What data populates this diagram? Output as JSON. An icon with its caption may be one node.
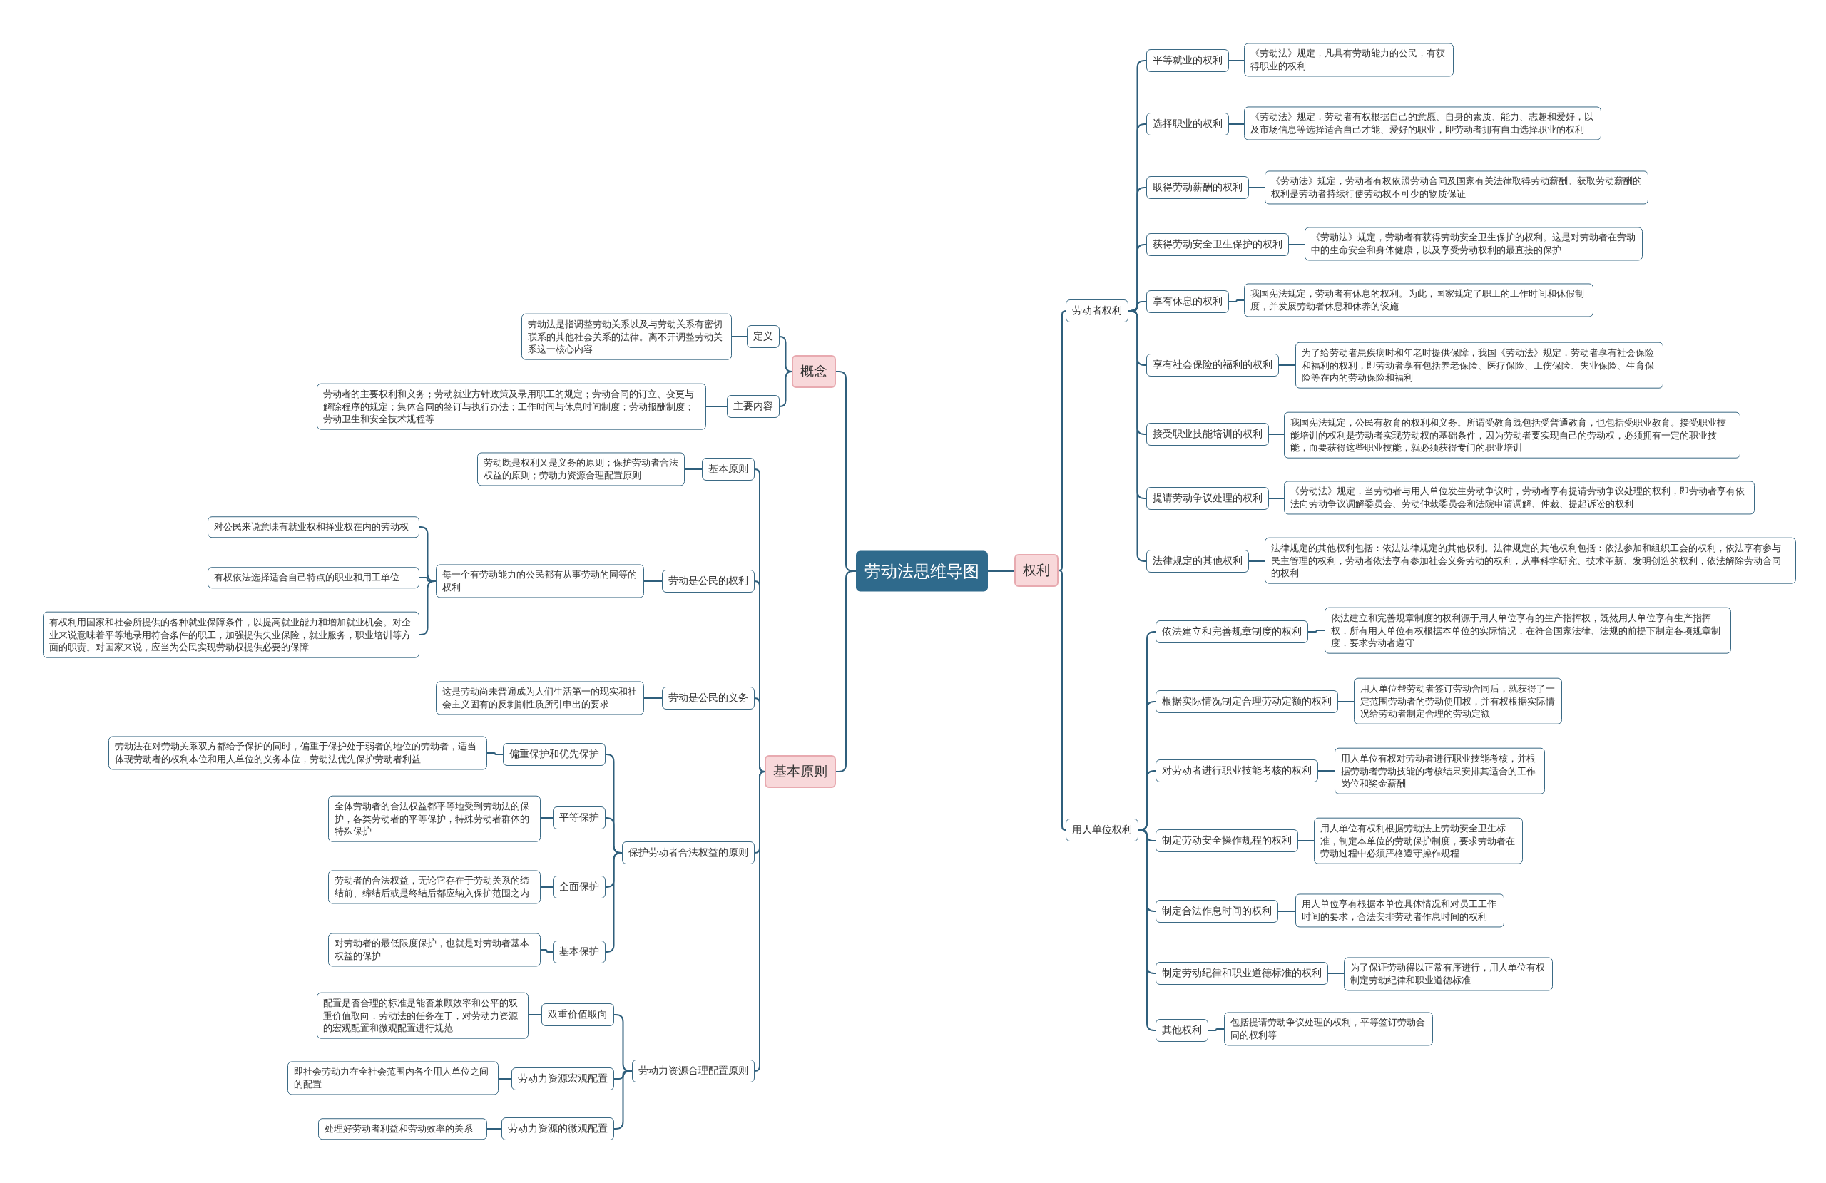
{
  "diagram": {
    "nodes": [
      {
        "text": [
          "劳动法思维导图"
        ]
      },
      {
        "text": [
          "概念"
        ]
      },
      {
        "text": [
          "定义"
        ]
      },
      {
        "text": [
          "劳动法是指调整劳动关系以及与劳动关系有密切联系的其他社会关系的法律。离不开调整劳动关系这一核心内容"
        ]
      },
      {
        "text": [
          "主要内容"
        ]
      },
      {
        "text": [
          "劳动者的主要权利和义务；劳动就业方针政策及录用职工的规定；劳动合同的订立、变更与解除程序的规定；集体合同的签订与执行办法；工作时间与休息时间制度；劳动报酬制度；劳动卫生和安全技术规程等"
        ]
      },
      {
        "text": [
          "基本原则"
        ]
      },
      {
        "text": [
          "基本原则"
        ]
      },
      {
        "text": [
          "劳动既是权利又是义务的原则；保护劳动者合法权益的原则；劳动力资源合理配置原则"
        ]
      },
      {
        "text": [
          "劳动是公民的权利"
        ]
      },
      {
        "text": [
          "每一个有劳动能力的公民都有从事劳动的同等的权利"
        ]
      },
      {
        "text": [
          "对公民来说意味有就业权和择业权在内的劳动权"
        ]
      },
      {
        "text": [
          "有权依法选择适合自己特点的职业和用工单位"
        ]
      },
      {
        "text": [
          "有权利用国家和社会所提供的各种就业保障条件，以提高就业能力和增加就业机会。对企业来说意味着平等地录用符合条件的职工，加强提供失业保险，就业服务，职业培训等方面的职责。对国家来说，应当为公民实现劳动权提供必要的保障"
        ]
      },
      {
        "text": [
          "劳动是公民的义务"
        ]
      },
      {
        "text": [
          "这是劳动尚未普遍成为人们生活第一的现实和社会主义固有的反剥削性质所引申出的要求"
        ]
      },
      {
        "text": [
          "保护劳动者合法权益的原则"
        ]
      },
      {
        "text": [
          "偏重保护和优先保护"
        ]
      },
      {
        "text": [
          "劳动法在对劳动关系双方都给予保护的同时，偏重于保护处于弱者的地位的劳动者，适当体现劳动者的权利本位和用人单位的义务本位，劳动法优先保护劳动者利益"
        ]
      },
      {
        "text": [
          "平等保护"
        ]
      },
      {
        "text": [
          "全体劳动者的合法权益都平等地受到劳动法的保护，各类劳动者的平等保护，特殊劳动者群体的特殊保护"
        ]
      },
      {
        "text": [
          "全面保护"
        ]
      },
      {
        "text": [
          "劳动者的合法权益，无论它存在于劳动关系的缔结前、缔结后或是终结后都应纳入保护范围之内"
        ]
      },
      {
        "text": [
          "基本保护"
        ]
      },
      {
        "text": [
          "对劳动者的最低限度保护，也就是对劳动者基本权益的保护"
        ]
      },
      {
        "text": [
          "劳动力资源合理配置原则"
        ]
      },
      {
        "text": [
          "双重价值取向"
        ]
      },
      {
        "text": [
          "配置是否合理的标准是能否兼顾效率和公平的双重价值取向，劳动法的任务在于，对劳动力资源的宏观配置和微观配置进行规范"
        ]
      },
      {
        "text": [
          "劳动力资源宏观配置"
        ]
      },
      {
        "text": [
          "即社会劳动力在全社会范围内各个用人单位之间的配置"
        ]
      },
      {
        "text": [
          "劳动力资源的微观配置"
        ]
      },
      {
        "text": [
          "处理好劳动者利益和劳动效率的关系"
        ]
      },
      {
        "text": [
          "权利"
        ]
      },
      {
        "text": [
          "劳动者权利"
        ]
      },
      {
        "text": [
          "平等就业的权利"
        ]
      },
      {
        "text": [
          "《劳动法》规定，凡具有劳动能力的公民，有获得职业的权利"
        ]
      },
      {
        "text": [
          "选择职业的权利"
        ]
      },
      {
        "text": [
          "《劳动法》规定，劳动者有权根据自己的意愿、自身的素质、能力、志趣和爱好，以及市场信息等选择适合自己才能、爱好的职业，即劳动者拥有自由选择职业的权利"
        ]
      },
      {
        "text": [
          "取得劳动薪酬的权利"
        ]
      },
      {
        "text": [
          "《劳动法》规定，劳动者有权依照劳动合同及国家有关法律取得劳动薪酬。获取劳动薪酬的权利是劳动者持续行使劳动权不可少的物质保证"
        ]
      },
      {
        "text": [
          "获得劳动安全卫生保护的权利"
        ]
      },
      {
        "text": [
          "《劳动法》规定，劳动者有获得劳动安全卫生保护的权利。这是对劳动者在劳动中的生命安全和身体健康，以及享受劳动权利的最直接的保护"
        ]
      },
      {
        "text": [
          "享有休息的权利"
        ]
      },
      {
        "text": [
          "我国宪法规定，劳动者有休息的权利。为此，国家规定了职工的工作时间和休假制度，并发展劳动者休息和休养的设施"
        ]
      },
      {
        "text": [
          "享有社会保险的福利的权利"
        ]
      },
      {
        "text": [
          "为了给劳动者患疾病时和年老时提供保障，我国《劳动法》规定，劳动者享有社会保险和福利的权利，即劳动者享有包括养老保险、医疗保险、工伤保险、失业保险、生育保险等在内的劳动保险和福利"
        ]
      },
      {
        "text": [
          "接受职业技能培训的权利"
        ]
      },
      {
        "text": [
          "我国宪法规定，公民有教育的权利和义务。所谓受教育既包括受普通教育，也包括受职业教育。接受职业技能培训的权利是劳动者实现劳动权的基础条件，因为劳动者要实现自己的劳动权，必须拥有一定的职业技能，而要获得这些职业技能，就必须获得专门的职业培训"
        ]
      },
      {
        "text": [
          "提请劳动争议处理的权利"
        ]
      },
      {
        "text": [
          "《劳动法》规定，当劳动者与用人单位发生劳动争议时，劳动者享有提请劳动争议处理的权利，即劳动者享有依法向劳动争议调解委员会、劳动仲裁委员会和法院申请调解、仲裁、提起诉讼的权利"
        ]
      },
      {
        "text": [
          "法律规定的其他权利"
        ]
      },
      {
        "text": [
          "法律规定的其他权利包括：依法法律规定的其他权利。法律规定的其他权利包括：依法参加和组织工会的权利，依法享有参与民主管理的权利，劳动者依法享有参加社会义务劳动的权利，从事科学研究、技术革新、发明创造的权利，依法解除劳动合同的权利"
        ]
      },
      {
        "text": [
          "用人单位权利"
        ]
      },
      {
        "text": [
          "依法建立和完善规章制度的权利"
        ]
      },
      {
        "text": [
          "依法建立和完善规章制度的权利源于用人单位享有的生产指挥权，既然用人单位享有生产指挥权，所有用人单位有权根据本单位的实际情况，在符合国家法律、法规的前提下制定各项规章制度，要求劳动者遵守"
        ]
      },
      {
        "text": [
          "根据实际情况制定合理劳动定额的权利"
        ]
      },
      {
        "text": [
          "用人单位帮劳动者签订劳动合同后，就获得了一定范围劳动者的劳动使用权，并有权根据实际情况给劳动者制定合理的劳动定额"
        ]
      },
      {
        "text": [
          "对劳动者进行职业技能考核的权利"
        ]
      },
      {
        "text": [
          "用人单位有权对劳动者进行职业技能考核，并根据劳动者劳动技能的考核结果安排其适合的工作岗位和奖金薪酬"
        ]
      },
      {
        "text": [
          "制定劳动安全操作规程的权利"
        ]
      },
      {
        "text": [
          "用人单位有权利根据劳动法上劳动安全卫生标准，制定本单位的劳动保护制度，要求劳动者在劳动过程中必须严格遵守操作规程"
        ]
      },
      {
        "text": [
          "制定合法作息时间的权利"
        ]
      },
      {
        "text": [
          "用人单位享有根据本单位具体情况和对员工工作时间的要求，合法安排劳动者作息时间的权利"
        ]
      },
      {
        "text": [
          "制定劳动纪律和职业道德标准的权利"
        ]
      },
      {
        "text": [
          "为了保证劳动得以正常有序进行，用人单位有权制定劳动纪律和职业道德标准"
        ]
      },
      {
        "text": [
          "其他权利"
        ]
      },
      {
        "text": [
          "包括提请劳动争议处理的权利，平等签订劳动合同的权利等"
        ]
      }
    ],
    "edges": [
      {
        "from": 0,
        "to": 1,
        "arrow": "none"
      },
      {
        "from": 1,
        "to": 2,
        "arrow": "none"
      },
      {
        "from": 2,
        "to": 3,
        "arrow": "none"
      },
      {
        "from": 1,
        "to": 4,
        "arrow": "none"
      },
      {
        "from": 4,
        "to": 5,
        "arrow": "none"
      },
      {
        "from": 0,
        "to": 6,
        "arrow": "none"
      },
      {
        "from": 6,
        "to": 7,
        "arrow": "none"
      },
      {
        "from": 7,
        "to": 8,
        "arrow": "none"
      },
      {
        "from": 6,
        "to": 9,
        "arrow": "none"
      },
      {
        "from": 9,
        "to": 10,
        "arrow": "none"
      },
      {
        "from": 10,
        "to": 11,
        "arrow": "none"
      },
      {
        "from": 10,
        "to": 12,
        "arrow": "none"
      },
      {
        "from": 10,
        "to": 13,
        "arrow": "none"
      },
      {
        "from": 6,
        "to": 14,
        "arrow": "none"
      },
      {
        "from": 14,
        "to": 15,
        "arrow": "none"
      },
      {
        "from": 6,
        "to": 16,
        "arrow": "none"
      },
      {
        "from": 16,
        "to": 17,
        "arrow": "none"
      },
      {
        "from": 17,
        "to": 18,
        "arrow": "none"
      },
      {
        "from": 16,
        "to": 19,
        "arrow": "none"
      },
      {
        "from": 19,
        "to": 20,
        "arrow": "none"
      },
      {
        "from": 16,
        "to": 21,
        "arrow": "none"
      },
      {
        "from": 21,
        "to": 22,
        "arrow": "none"
      },
      {
        "from": 16,
        "to": 23,
        "arrow": "none"
      },
      {
        "from": 23,
        "to": 24,
        "arrow": "none"
      },
      {
        "from": 6,
        "to": 25,
        "arrow": "none"
      },
      {
        "from": 25,
        "to": 26,
        "arrow": "none"
      },
      {
        "from": 26,
        "to": 27,
        "arrow": "none"
      },
      {
        "from": 25,
        "to": 28,
        "arrow": "none"
      },
      {
        "from": 28,
        "to": 29,
        "arrow": "none"
      },
      {
        "from": 25,
        "to": 30,
        "arrow": "none"
      },
      {
        "from": 30,
        "to": 31,
        "arrow": "none"
      },
      {
        "from": 0,
        "to": 32,
        "arrow": "none"
      },
      {
        "from": 32,
        "to": 33,
        "arrow": "none"
      },
      {
        "from": 33,
        "to": 34,
        "arrow": "none"
      },
      {
        "from": 34,
        "to": 35,
        "arrow": "none"
      },
      {
        "from": 33,
        "to": 36,
        "arrow": "none"
      },
      {
        "from": 36,
        "to": 37,
        "arrow": "none"
      },
      {
        "from": 33,
        "to": 38,
        "arrow": "none"
      },
      {
        "from": 38,
        "to": 39,
        "arrow": "none"
      },
      {
        "from": 33,
        "to": 40,
        "arrow": "none"
      },
      {
        "from": 40,
        "to": 41,
        "arrow": "none"
      },
      {
        "from": 33,
        "to": 42,
        "arrow": "none"
      },
      {
        "from": 42,
        "to": 43,
        "arrow": "none"
      },
      {
        "from": 33,
        "to": 44,
        "arrow": "none"
      },
      {
        "from": 44,
        "to": 45,
        "arrow": "none"
      },
      {
        "from": 33,
        "to": 46,
        "arrow": "none"
      },
      {
        "from": 46,
        "to": 47,
        "arrow": "none"
      },
      {
        "from": 33,
        "to": 48,
        "arrow": "none"
      },
      {
        "from": 48,
        "to": 49,
        "arrow": "none"
      },
      {
        "from": 33,
        "to": 50,
        "arrow": "none"
      },
      {
        "from": 50,
        "to": 51,
        "arrow": "none"
      },
      {
        "from": 32,
        "to": 52,
        "arrow": "none"
      },
      {
        "from": 52,
        "to": 53,
        "arrow": "none"
      },
      {
        "from": 53,
        "to": 54,
        "arrow": "none"
      },
      {
        "from": 52,
        "to": 55,
        "arrow": "none"
      },
      {
        "from": 55,
        "to": 56,
        "arrow": "none"
      },
      {
        "from": 52,
        "to": 57,
        "arrow": "none"
      },
      {
        "from": 57,
        "to": 58,
        "arrow": "none"
      },
      {
        "from": 52,
        "to": 59,
        "arrow": "none"
      },
      {
        "from": 59,
        "to": 60,
        "arrow": "none"
      },
      {
        "from": 52,
        "to": 61,
        "arrow": "none"
      },
      {
        "from": 61,
        "to": 62,
        "arrow": "none"
      },
      {
        "from": 52,
        "to": 63,
        "arrow": "none"
      },
      {
        "from": 63,
        "to": 64,
        "arrow": "none"
      },
      {
        "from": 52,
        "to": 65,
        "arrow": "none"
      },
      {
        "from": 65,
        "to": 66,
        "arrow": "none"
      }
    ]
  }
}
